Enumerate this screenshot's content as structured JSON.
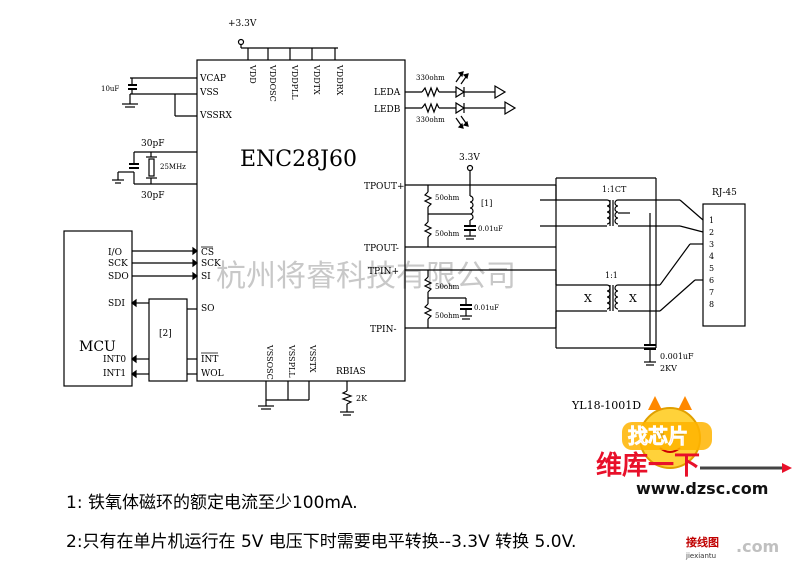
{
  "supply": {
    "top_rail": "+3.3V",
    "mid_rail": "3.3V"
  },
  "chip": {
    "name": "ENC28J60",
    "left_pins": [
      "VCAP",
      "VSS",
      "VSSRX",
      "CS",
      "SCK",
      "SI",
      "SO",
      "INT",
      "WOL"
    ],
    "top_pins": [
      "VDD",
      "VDDOSC",
      "VDDPLL",
      "VDDTX",
      "VDDRX"
    ],
    "right_pins": [
      "LEDA",
      "LEDB",
      "TPOUT+",
      "TPOUT-",
      "TPIN+",
      "TPIN-",
      "RBIAS"
    ],
    "bottom_pins": [
      "VSSOSC",
      "VSSPLL",
      "VSSTX"
    ]
  },
  "mcu": {
    "name": "MCU",
    "pins": [
      "I/O",
      "SCK",
      "SDO",
      "SDI",
      "INT0",
      "INT1"
    ],
    "level_shift_block": "[2]"
  },
  "components": {
    "vcap_cap": "10uF",
    "crystal": "25MHz",
    "crystal_cap_top": "30pF",
    "crystal_cap_bottom": "30pF",
    "led_res_a": "330ohm",
    "led_res_b": "330ohm",
    "term_res_1": "50ohm",
    "term_res_2": "50ohm",
    "term_res_3": "50ohm",
    "term_res_4": "50ohm",
    "ferrite_note": "[1]",
    "term_cap_1": "0.01uF",
    "term_cap_2": "0.01uF",
    "rbias_res": "2K",
    "hv_cap": "0.001uF",
    "hv_rating": "2KV"
  },
  "transformer": {
    "part": "YL18-1001D",
    "tx_ratio": "1:1CT",
    "rx_ratio": "1:1"
  },
  "connector": {
    "name": "RJ-45",
    "pins": [
      "1",
      "2",
      "3",
      "4",
      "5",
      "6",
      "7",
      "8"
    ]
  },
  "watermark": "杭州将睿科技有限公司",
  "logo": {
    "title": "维库一下",
    "url": "www.dzsc.com",
    "small_brand": "jiexiantu",
    "small_brand_cn": "接线图",
    "small_brand_tld": ".com",
    "bubble": "找芯片"
  },
  "notes": [
    "1: 铁氧体磁环的额定电流至少100mA.",
    "2:只有在单片机运行在 5V 电压下时需要电平转换--3.3V 转换 5.0V."
  ]
}
